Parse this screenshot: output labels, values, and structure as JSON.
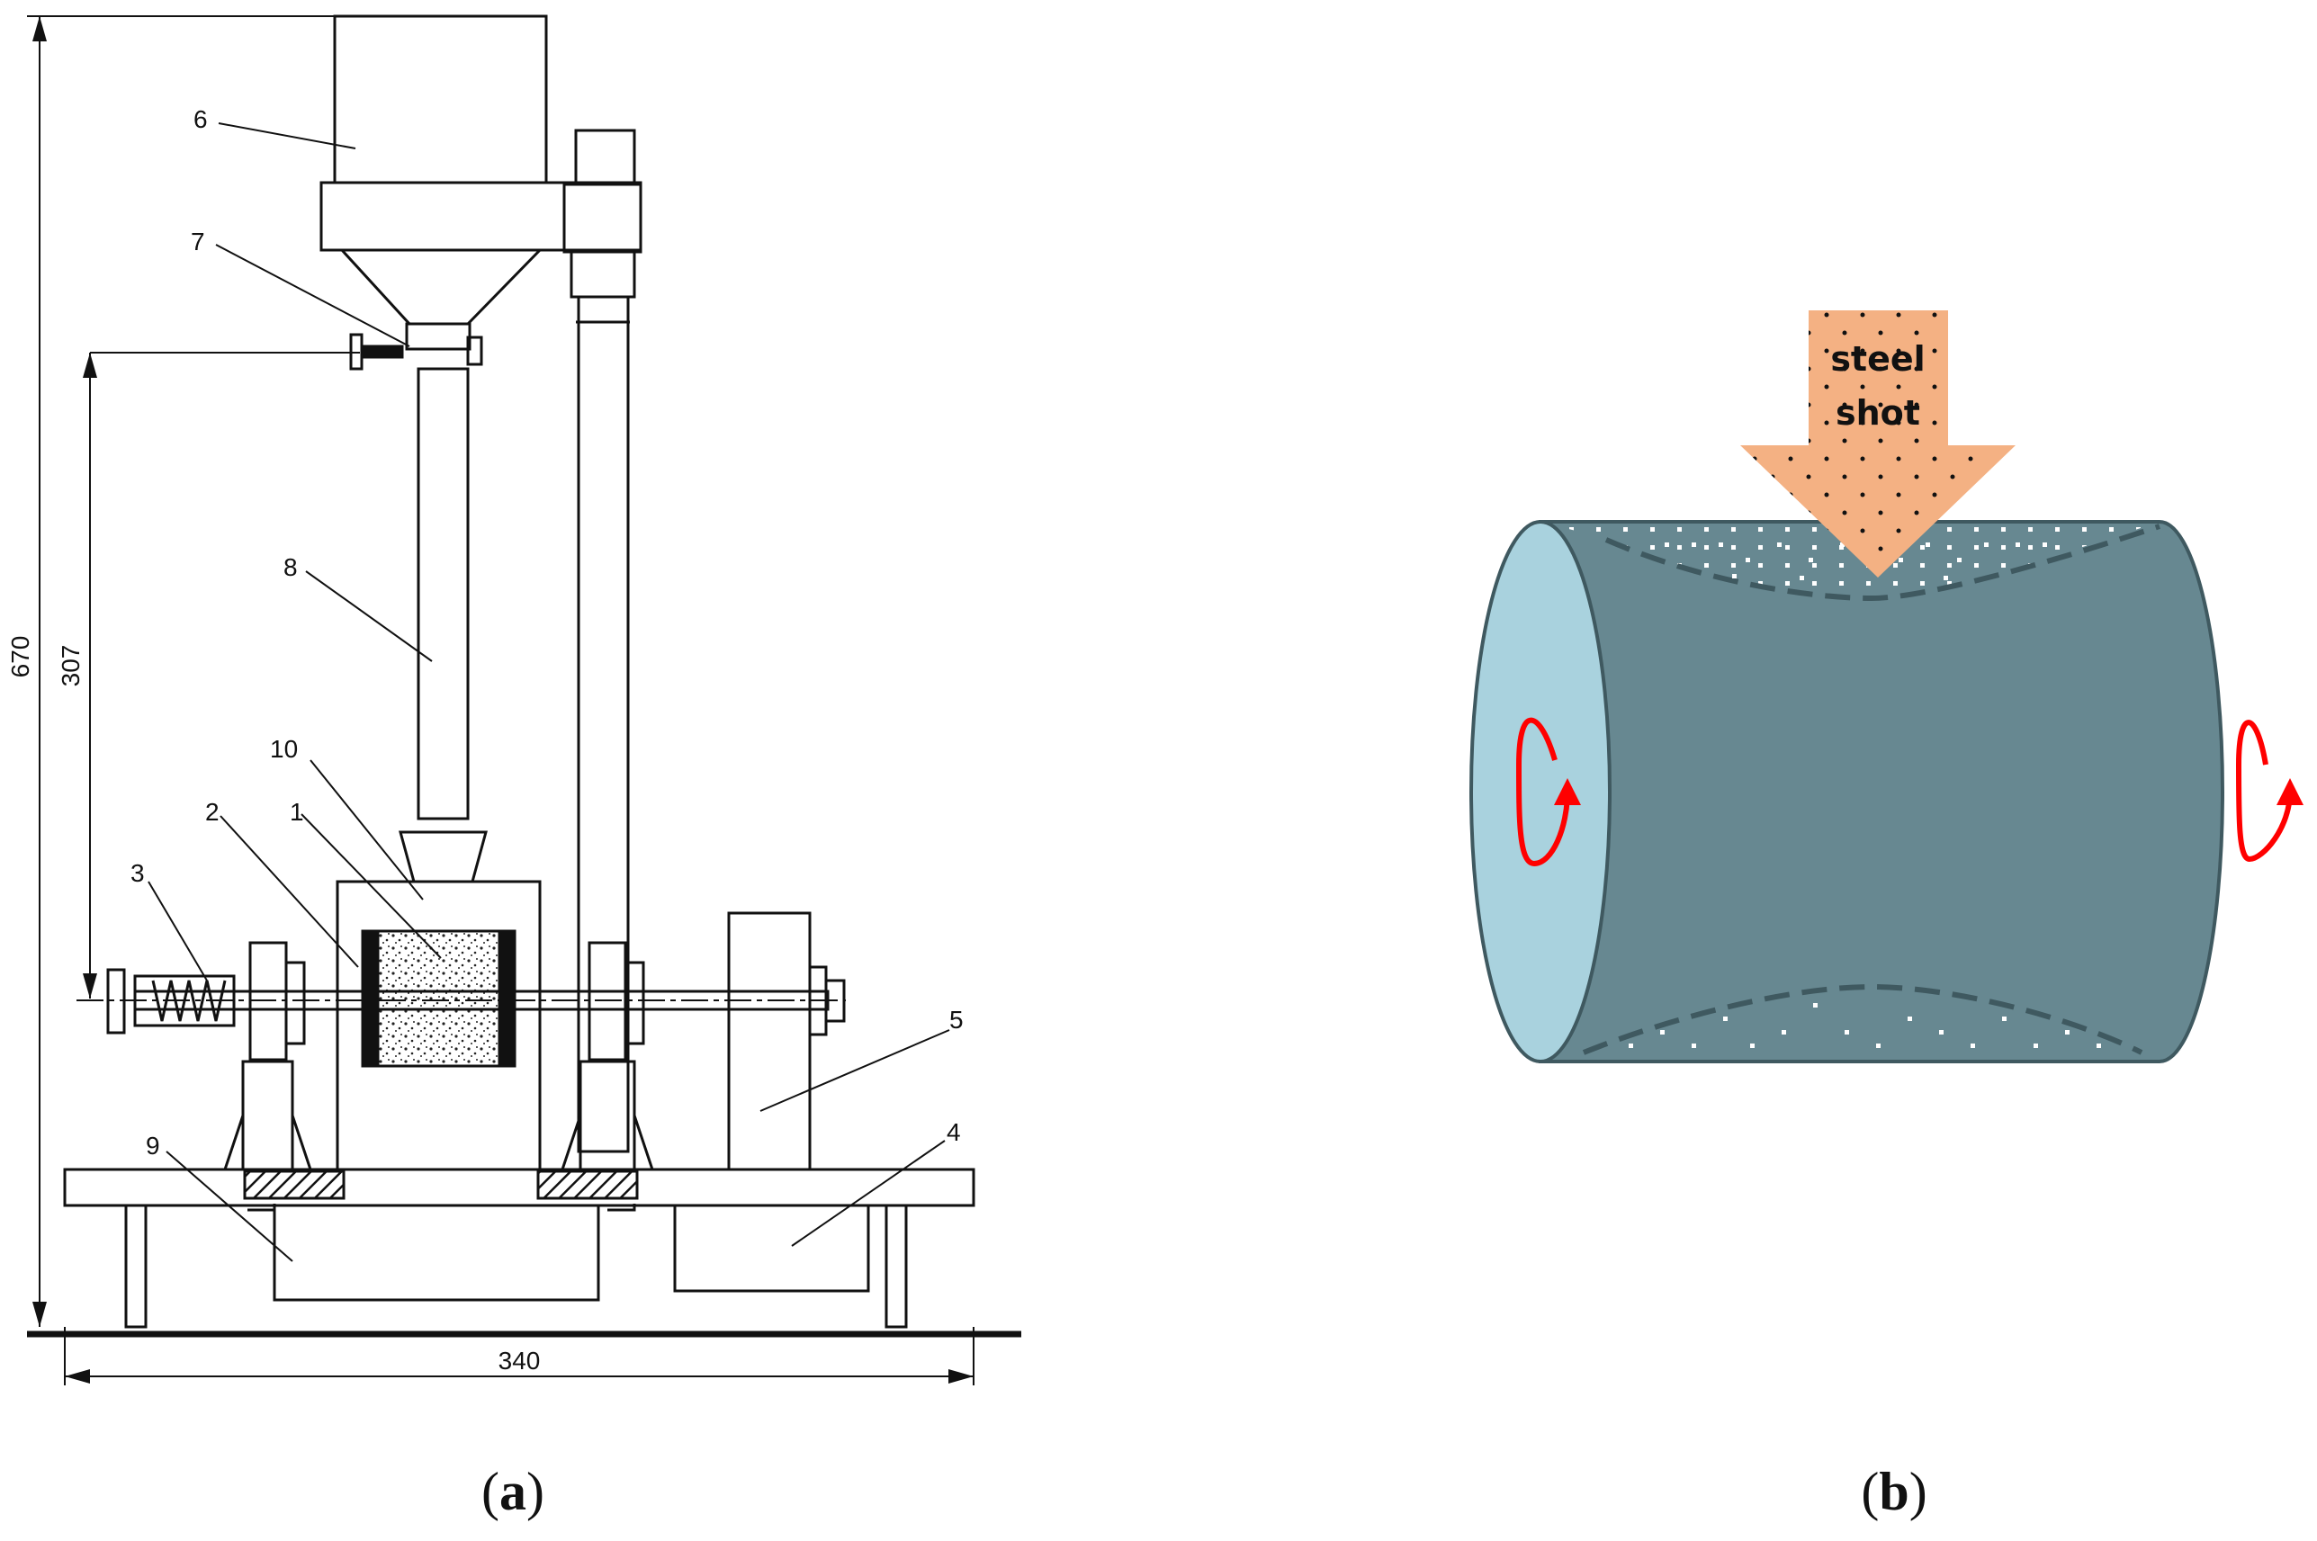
{
  "panel_a": {
    "caption_open": "(",
    "caption_letter": "a",
    "caption_close": ")",
    "dimensions": {
      "total_height": "670",
      "inner_height": "307",
      "width": "340"
    },
    "part_labels": [
      "6",
      "7",
      "8",
      "10",
      "2",
      "1",
      "3",
      "9",
      "5",
      "4"
    ]
  },
  "panel_b": {
    "caption_open": "(",
    "caption_letter": "b",
    "caption_close": ")",
    "arrow_text_line1": "steel",
    "arrow_text_line2": "shot"
  },
  "colors": {
    "drum_body": "#678891",
    "drum_end": "#a9d2de",
    "drum_edge": "#3f5960",
    "arrow_fill": "#f4b183",
    "rotation_arrow": "#ff0000",
    "line": "#111111"
  }
}
